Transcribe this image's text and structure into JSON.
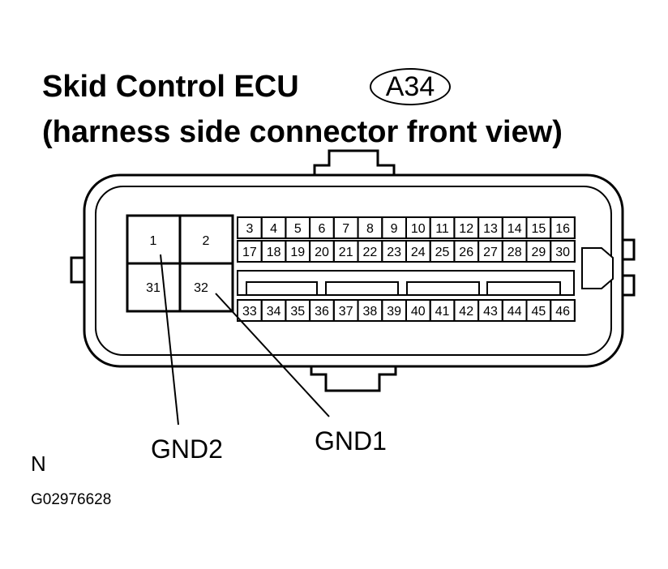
{
  "title": {
    "line1": "Skid Control ECU",
    "line2": "(harness side connector front view)",
    "connector_code": "A34"
  },
  "connector": {
    "large_pins": [
      "1",
      "2",
      "31",
      "32"
    ],
    "row1": [
      "3",
      "4",
      "5",
      "6",
      "7",
      "8",
      "9",
      "10",
      "11",
      "12",
      "13",
      "14",
      "15",
      "16"
    ],
    "row2": [
      "17",
      "18",
      "19",
      "20",
      "21",
      "22",
      "23",
      "24",
      "25",
      "26",
      "27",
      "28",
      "29",
      "30"
    ],
    "row3": [
      "33",
      "34",
      "35",
      "36",
      "37",
      "38",
      "39",
      "40",
      "41",
      "42",
      "43",
      "44",
      "45",
      "46"
    ]
  },
  "callouts": {
    "gnd2": "GND2",
    "gnd1": "GND1"
  },
  "footer": {
    "north": "N",
    "figure_id": "G02976628"
  }
}
